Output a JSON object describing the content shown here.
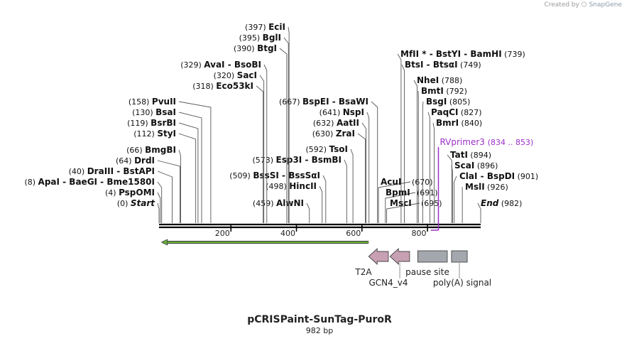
{
  "credit": {
    "prefix": "Created by",
    "brand": "SnapGene"
  },
  "title": "pCRISPaint-SunTag-PuroR",
  "length_label": "982 bp",
  "scale": {
    "total": 982,
    "ticks": [
      200,
      400,
      600,
      800
    ]
  },
  "colors": {
    "primer": "#9b2fc8",
    "feature": "#c8a0b4",
    "gray_feature": "#a4a8ae",
    "orf_arrow": "#6ab43c"
  },
  "left_sites": [
    {
      "pos": 0,
      "label": "(0)",
      "name": "Start",
      "italic": true
    },
    {
      "pos": 4,
      "label": "(4)",
      "name": "PspOMI"
    },
    {
      "pos": 8,
      "label": "(8)",
      "name": "ApaI  -  BaeGI  -  Bme1580I"
    },
    {
      "pos": 40,
      "label": "(40)",
      "name": "DraIII  -  BstAPI"
    },
    {
      "pos": 64,
      "label": "(64)",
      "name": "DrdI"
    },
    {
      "pos": 66,
      "label": "(66)",
      "name": "BmgBI"
    },
    {
      "pos": 112,
      "label": "(112)",
      "name": "StyI"
    },
    {
      "pos": 119,
      "label": "(119)",
      "name": "BsrBI"
    },
    {
      "pos": 130,
      "label": "(130)",
      "name": "BsaI"
    },
    {
      "pos": 158,
      "label": "(158)",
      "name": "PvuII"
    }
  ],
  "middle_sites": [
    {
      "pos": 459,
      "label": "(459)",
      "name": "AlwNI"
    },
    {
      "pos": 498,
      "label": "(498)",
      "name": "HincII"
    },
    {
      "pos": 509,
      "label": "(509)",
      "name": "BssSI  -  BssSαI"
    },
    {
      "pos": 573,
      "label": "(573)",
      "name": "Esp3I  -  BsmBI"
    },
    {
      "pos": 592,
      "label": "(592)",
      "name": "TsoI"
    },
    {
      "pos": 318,
      "label": "(318)",
      "name": "Eco53kI"
    },
    {
      "pos": 320,
      "label": "(320)",
      "name": "SacI"
    },
    {
      "pos": 329,
      "label": "(329)",
      "name": "AvaI  -  BsoBI"
    },
    {
      "pos": 390,
      "label": "(390)",
      "name": "BtgI"
    },
    {
      "pos": 395,
      "label": "(395)",
      "name": "BglI"
    },
    {
      "pos": 397,
      "label": "(397)",
      "name": "EciI"
    },
    {
      "pos": 630,
      "label": "(630)",
      "name": "ZraI"
    },
    {
      "pos": 632,
      "label": "(632)",
      "name": "AatII"
    },
    {
      "pos": 641,
      "label": "(641)",
      "name": "NspI"
    },
    {
      "pos": 667,
      "label": "(667)",
      "name": "BspEI  -  BsaWI"
    }
  ],
  "right_sites": [
    {
      "pos": 670,
      "name": "AcuI",
      "label": "(670)"
    },
    {
      "pos": 691,
      "name": "BpmI",
      "label": "(691)"
    },
    {
      "pos": 695,
      "name": "MscI",
      "label": "(695)"
    },
    {
      "pos": 739,
      "name": "MfII *  -  BstYI  -  BamHI",
      "label": "(739)"
    },
    {
      "pos": 749,
      "name": "BtsI  -  BtsαI",
      "label": "(749)"
    },
    {
      "pos": 788,
      "name": "NheI",
      "label": "(788)"
    },
    {
      "pos": 792,
      "name": "BmtI",
      "label": "(792)"
    },
    {
      "pos": 805,
      "name": "BsgI",
      "label": "(805)"
    },
    {
      "pos": 827,
      "name": "PaqCI",
      "label": "(827)"
    },
    {
      "pos": 840,
      "name": "BmrI",
      "label": "(840)"
    },
    {
      "pos": 894,
      "name": "TatI",
      "label": "(894)"
    },
    {
      "pos": 896,
      "name": "ScaI",
      "label": "(896)"
    },
    {
      "pos": 901,
      "name": "ClaI  -  BspDI",
      "label": "(901)"
    },
    {
      "pos": 926,
      "name": "MslI",
      "label": "(926)"
    },
    {
      "pos": 982,
      "name": "End",
      "label": "(982)",
      "italic": true
    }
  ],
  "primer": {
    "name": "RVprimer3",
    "range": "(834 .. 853)",
    "start": 834,
    "end": 853
  },
  "orf": {
    "start": 8,
    "end": 640,
    "direction": "reverse"
  },
  "features": [
    {
      "name": "T2A",
      "start": 640,
      "end": 700,
      "shape": "arrow-left",
      "color": "#c8a0b4"
    },
    {
      "name": "GCN4_v4",
      "start": 705,
      "end": 765,
      "shape": "arrow-left",
      "color": "#c8a0b4"
    },
    {
      "name": "pause site",
      "start": 790,
      "end": 880,
      "shape": "box",
      "color": "#a4a8ae"
    },
    {
      "name": "poly(A) signal",
      "start": 893,
      "end": 941,
      "shape": "box",
      "color": "#a4a8ae"
    }
  ]
}
